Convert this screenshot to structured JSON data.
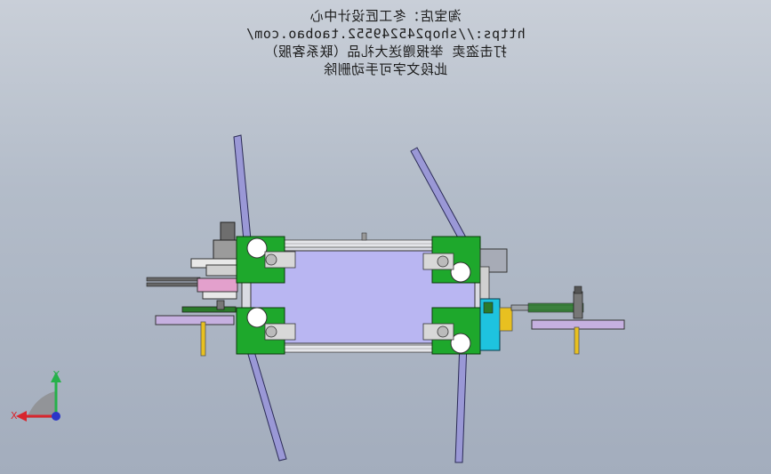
{
  "watermark": {
    "line1": "淘宝店：冬工匠设计中心",
    "line2": "https://shop245249552.taobao.com/",
    "line3": "打击盗卖 举报赠送大礼品（联系客服）",
    "line4": "此段文字可手动删除"
  },
  "axes": {
    "x_label": "X",
    "y_label": "Y",
    "x_color": "#d8262e",
    "y_color": "#26b14a",
    "z_color": "#2a36c8"
  },
  "colors": {
    "background_top": "#c9cfd8",
    "background_bottom": "#a3adbd",
    "frame_plate": "#b9b6f2",
    "corner_plate": "#1ea82c",
    "strut": "#9a98d6",
    "cyan_part": "#1ec3df",
    "yellow_part": "#e8c020",
    "pink_part": "#e3a0cc",
    "rail": "#d9dbe2"
  }
}
